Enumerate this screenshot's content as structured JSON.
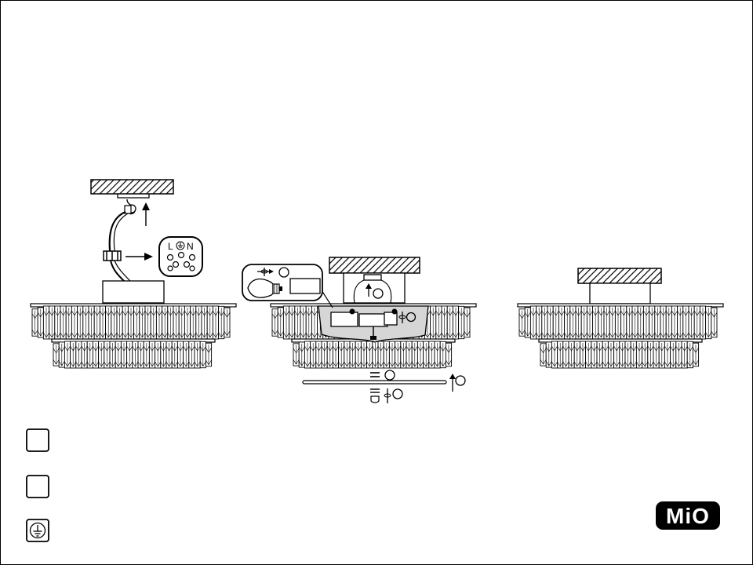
{
  "terminal_block": {
    "live": "L",
    "neutral": "N"
  },
  "legend": [
    {
      "id": "box-1",
      "icon": "empty-square-icon"
    },
    {
      "id": "box-2",
      "icon": "empty-square-icon"
    },
    {
      "id": "earth",
      "icon": "protective-earth-icon"
    }
  ],
  "brand": {
    "logo_text": "MiO"
  },
  "colors": {
    "line": "#000000",
    "shell_fill": "#d6d6d6",
    "background": "#ffffff"
  }
}
